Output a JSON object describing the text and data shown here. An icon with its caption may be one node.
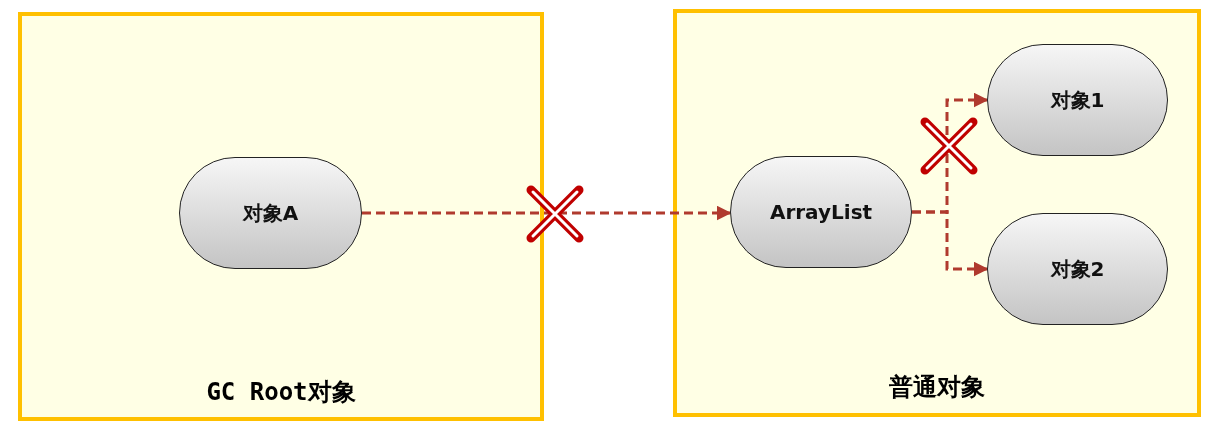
{
  "diagram": {
    "nodes": [
      {
        "text": [
          "GC Root对象"
        ]
      },
      {
        "text": [
          "对象A"
        ],
        "in": 0
      },
      {
        "text": [
          "普通对象"
        ]
      },
      {
        "text": [
          "ArrayList"
        ],
        "in": 2
      },
      {
        "text": [
          "对象1"
        ],
        "in": 2
      },
      {
        "text": [
          "对象2"
        ],
        "in": 2
      }
    ],
    "edges": [
      {
        "from": 1,
        "to": 3,
        "arrow": "to",
        "style": "dashed"
      },
      {
        "from": 3,
        "to": 4,
        "arrow": "to",
        "style": "dashed"
      },
      {
        "from": 3,
        "to": 5,
        "arrow": "to",
        "style": "dashed"
      }
    ]
  }
}
